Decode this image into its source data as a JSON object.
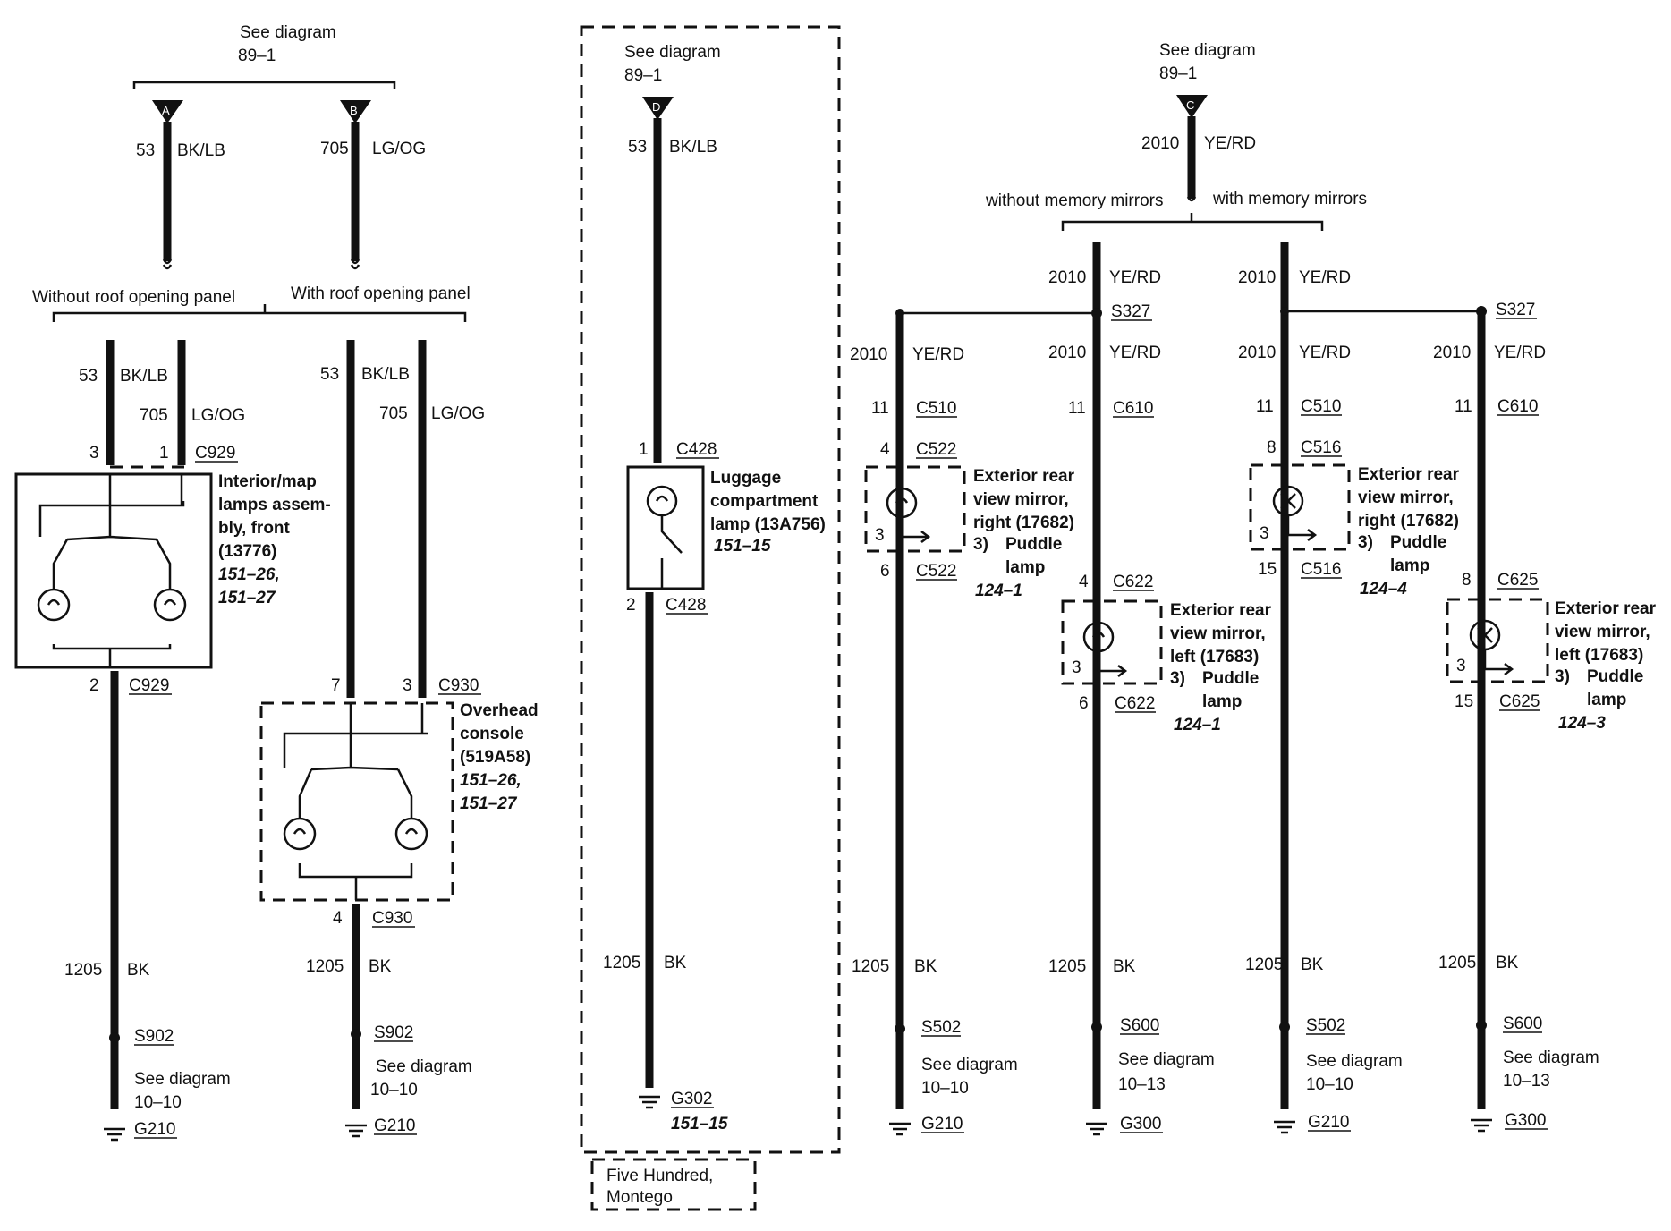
{
  "see_diagram_label": "See diagram",
  "top_refs": {
    "left": "89–1",
    "middle": "89–1",
    "right": "89–1"
  },
  "connector_letters": {
    "a": "A",
    "b": "B",
    "c": "C",
    "d": "D"
  },
  "branch_labels": {
    "without_roof": "Without roof opening panel",
    "with_roof": "With roof opening panel",
    "without_memory": "without memory mirrors",
    "with_memory": "with memory mirrors"
  },
  "wires": {
    "bk_lb": {
      "circuit": "53",
      "color": "BK/LB"
    },
    "lg_og": {
      "circuit": "705",
      "color": "LG/OG"
    },
    "ye_rd": {
      "circuit": "2010",
      "color": "YE/RD"
    },
    "bk": {
      "circuit": "1205",
      "color": "BK"
    }
  },
  "connectors": {
    "c929": "C929",
    "c930": "C930",
    "c428": "C428",
    "c510": "C510",
    "c522": "C522",
    "c610": "C610",
    "c622": "C622",
    "c516": "C516",
    "c625": "C625"
  },
  "pins": {
    "p1": "1",
    "p2": "2",
    "p3": "3",
    "p4": "4",
    "p6": "6",
    "p7": "7",
    "p8": "8",
    "p11": "11",
    "p15": "15"
  },
  "splices": {
    "s327": "S327",
    "s902": "S902",
    "s502": "S502",
    "s600": "S600"
  },
  "grounds": {
    "g210": "G210",
    "g300": "G300",
    "g302": "G302"
  },
  "refs": {
    "r10_10": "10–10",
    "r10_13": "10–13",
    "r151_15": "151–15",
    "r151_26": "151–26,",
    "r151_27": "151–27",
    "r124_1": "124–1",
    "r124_3": "124–3",
    "r124_4": "124–4"
  },
  "components": {
    "interior_lamps": [
      "Interior/map",
      "lamps assem-",
      "bly, front",
      "(13776)"
    ],
    "overhead_console": [
      "Overhead",
      "console",
      "(519A58)"
    ],
    "luggage_lamp": [
      "Luggage",
      "compartment",
      "lamp (13A756)"
    ],
    "mirror_right": [
      "Exterior rear",
      "view mirror,",
      "right (17682)"
    ],
    "mirror_left": [
      "Exterior rear",
      "view mirror,",
      "left (17683)"
    ],
    "puddle_num": "3)",
    "puddle_word": "Puddle",
    "lamp_word": "lamp"
  },
  "vehicle_note": [
    "Five Hundred,",
    "Montego"
  ]
}
